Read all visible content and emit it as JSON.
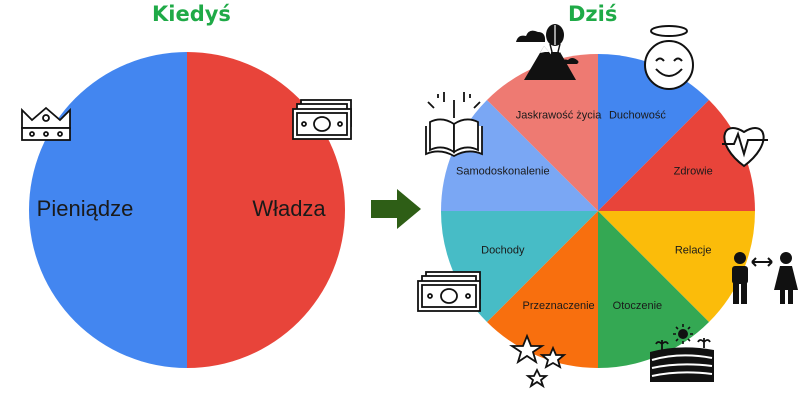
{
  "colors": {
    "title": "#1faa47",
    "arrow": "#2e5e16",
    "power": "#e8443a",
    "money": "#4386f0"
  },
  "left": {
    "title": "Kiedyś",
    "slices": [
      {
        "label": "Władza",
        "value": 50,
        "color": "#e8443a",
        "icon": "crown-icon"
      },
      {
        "label": "Pieniądze",
        "value": 50,
        "color": "#4386f0",
        "icon": "banknote-icon"
      }
    ]
  },
  "right": {
    "title": "Dziś",
    "slices": [
      {
        "label": "Duchowość",
        "value": 1,
        "color": "#4386f0",
        "icon": "smiling-halo-face-icon"
      },
      {
        "label": "Zdrowie",
        "value": 1,
        "color": "#e8443a",
        "icon": "heart-pulse-icon"
      },
      {
        "label": "Relacje",
        "value": 1,
        "color": "#fbbc0a",
        "icon": "man-woman-icon"
      },
      {
        "label": "Otoczenie",
        "value": 1,
        "color": "#34a853",
        "icon": "field-sun-icon"
      },
      {
        "label": "Przeznaczenie",
        "value": 1,
        "color": "#f86f0e",
        "icon": "stars-icon"
      },
      {
        "label": "Dochody",
        "value": 1,
        "color": "#47bcc6",
        "icon": "banknote-icon"
      },
      {
        "label": "Samodoskonalenie",
        "value": 1,
        "color": "#7aa7f4",
        "icon": "open-book-icon"
      },
      {
        "label": "Jaskrawość życia",
        "value": 1,
        "color": "#ee7a72",
        "icon": "mountain-balloon-icon"
      }
    ]
  }
}
